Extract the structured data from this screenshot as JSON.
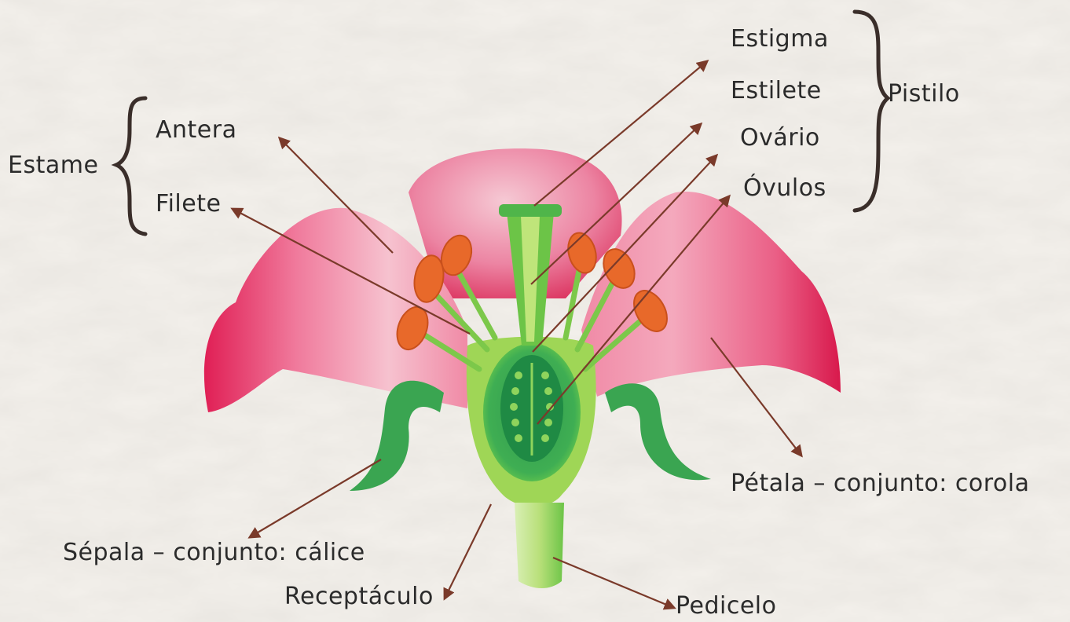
{
  "colors": {
    "paper": "#f4f1ec",
    "petal_light": "#f3b8c6",
    "petal_mid": "#ea6f92",
    "petal_deep": "#d81e4e",
    "green_dark": "#2f9a4c",
    "green_mid": "#5fc34a",
    "green_light": "#b5e05a",
    "anther": "#e8692a",
    "arrow": "#7a3a2a",
    "text": "#2b2b2b"
  },
  "labels": {
    "estame": "Estame",
    "antera": "Antera",
    "filete": "Filete",
    "estigma": "Estigma",
    "estilete": "Estilete",
    "ovario": "Ovário",
    "ovulos": "Óvulos",
    "pistilo": "Pistilo",
    "petala": "Pétala – conjunto: corola",
    "sepala": "Sépala – conjunto: cálice",
    "receptaculo": "Receptáculo",
    "pedicelo": "Pedicelo"
  }
}
